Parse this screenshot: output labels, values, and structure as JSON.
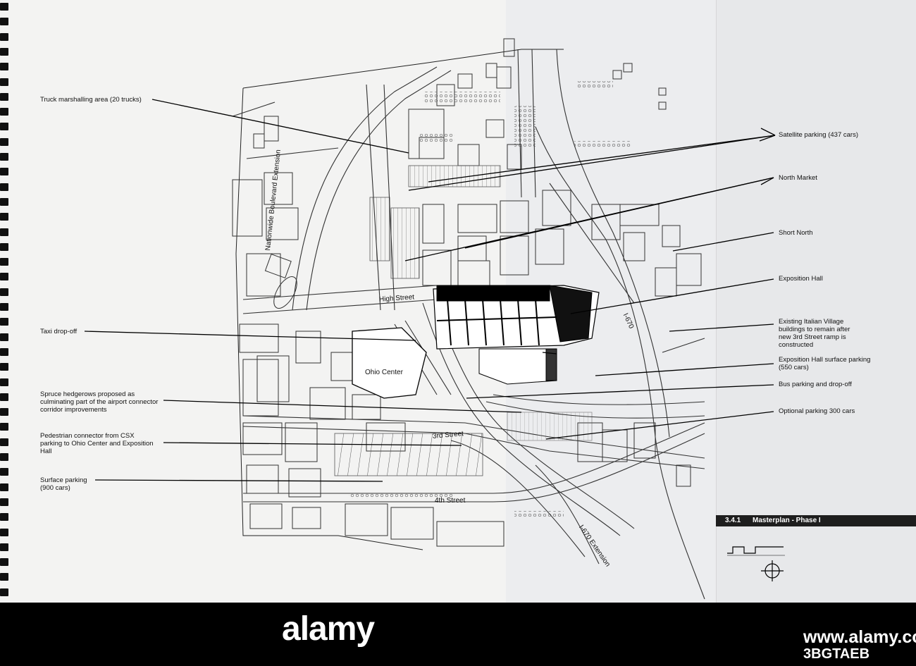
{
  "map": {
    "streets": [
      {
        "id": "nationwide",
        "label": "Nationwide Boulevard Extension"
      },
      {
        "id": "high",
        "label": "High Street"
      },
      {
        "id": "ohio-center",
        "label": "Ohio Center"
      },
      {
        "id": "third",
        "label": "3rd Street"
      },
      {
        "id": "fourth",
        "label": "4th Street"
      },
      {
        "id": "i670",
        "label": "I-670"
      },
      {
        "id": "i670ext",
        "label": "I-670 Extension"
      }
    ]
  },
  "callouts_left": [
    {
      "id": "truck",
      "text": "Truck marshalling area (20 trucks)"
    },
    {
      "id": "taxi",
      "text": "Taxi drop-off"
    },
    {
      "id": "spruce",
      "text": "Spruce hedgerows proposed as\nculminating part of the airport connector\ncorridor improvements"
    },
    {
      "id": "pedestrian",
      "text": "Pedestrian connector from CSX\nparking to Ohio Center and Exposition\nHall"
    },
    {
      "id": "surface",
      "text": "Surface parking\n(900 cars)"
    }
  ],
  "callouts_right": [
    {
      "id": "satellite",
      "text": "Satellite parking (437 cars)"
    },
    {
      "id": "north-market",
      "text": "North Market"
    },
    {
      "id": "short-north",
      "text": "Short North"
    },
    {
      "id": "expo-hall",
      "text": "Exposition Hall"
    },
    {
      "id": "italian",
      "text": "Existing Italian Village\nbuildings to remain after\nnew 3rd Street ramp is\nconstructed"
    },
    {
      "id": "expo-surface",
      "text": "Exposition Hall surface parking\n(550 cars)"
    },
    {
      "id": "bus",
      "text": "Bus parking and drop-off"
    },
    {
      "id": "optional",
      "text": "Optional parking 300 cars"
    }
  ],
  "section": {
    "number": "3.4.1",
    "title": "Masterplan - Phase I"
  },
  "watermark": {
    "logo": "alamy",
    "url": "www.alamy.com",
    "id": "3BGTAEB"
  },
  "colors": {
    "paper": "#f3f3f2",
    "ink": "#111111",
    "bar": "#1e1e1e"
  }
}
